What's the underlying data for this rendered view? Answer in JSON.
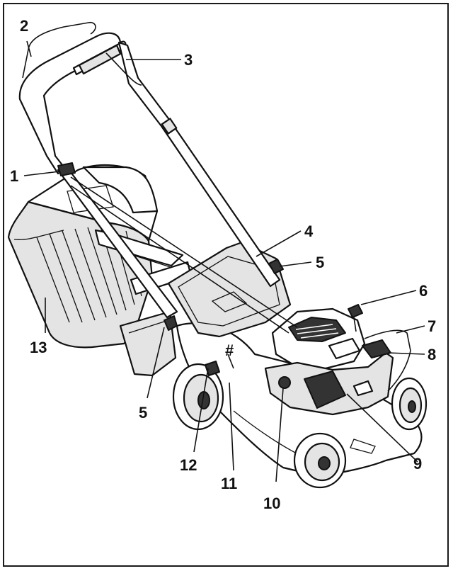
{
  "diagram": {
    "callouts": [
      {
        "id": "1",
        "text": "1"
      },
      {
        "id": "2",
        "text": "2"
      },
      {
        "id": "3",
        "text": "3"
      },
      {
        "id": "4",
        "text": "4"
      },
      {
        "id": "5a",
        "text": "5"
      },
      {
        "id": "5b",
        "text": "5"
      },
      {
        "id": "6",
        "text": "6"
      },
      {
        "id": "7",
        "text": "7"
      },
      {
        "id": "8",
        "text": "8"
      },
      {
        "id": "9",
        "text": "9"
      },
      {
        "id": "10",
        "text": "10"
      },
      {
        "id": "11",
        "text": "11"
      },
      {
        "id": "12",
        "text": "12"
      },
      {
        "id": "13",
        "text": "13"
      },
      {
        "id": "hash",
        "text": "#"
      }
    ]
  }
}
